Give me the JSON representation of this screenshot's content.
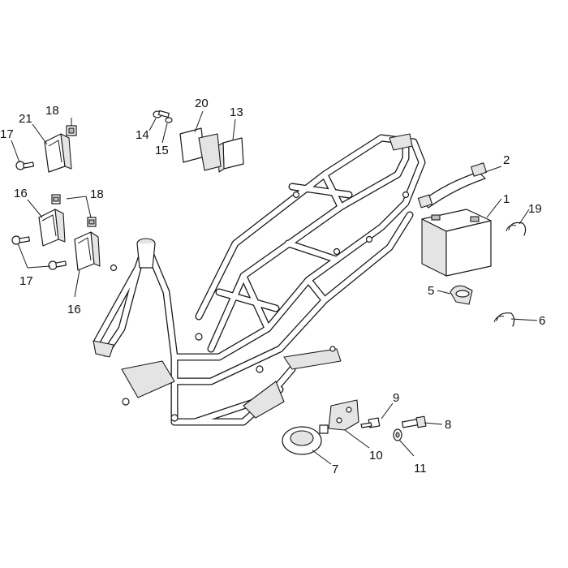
{
  "callouts": {
    "c1": "1",
    "c2": "2",
    "c5": "5",
    "c6": "6",
    "c7": "7",
    "c8": "8",
    "c9": "9",
    "c10": "10",
    "c11": "11",
    "c13": "13",
    "c14": "14",
    "c15": "15",
    "c16a": "16",
    "c16b": "16",
    "c17a": "17",
    "c17b": "17",
    "c18a": "18",
    "c18b": "18",
    "c19": "19",
    "c20": "20",
    "c21": "21"
  }
}
